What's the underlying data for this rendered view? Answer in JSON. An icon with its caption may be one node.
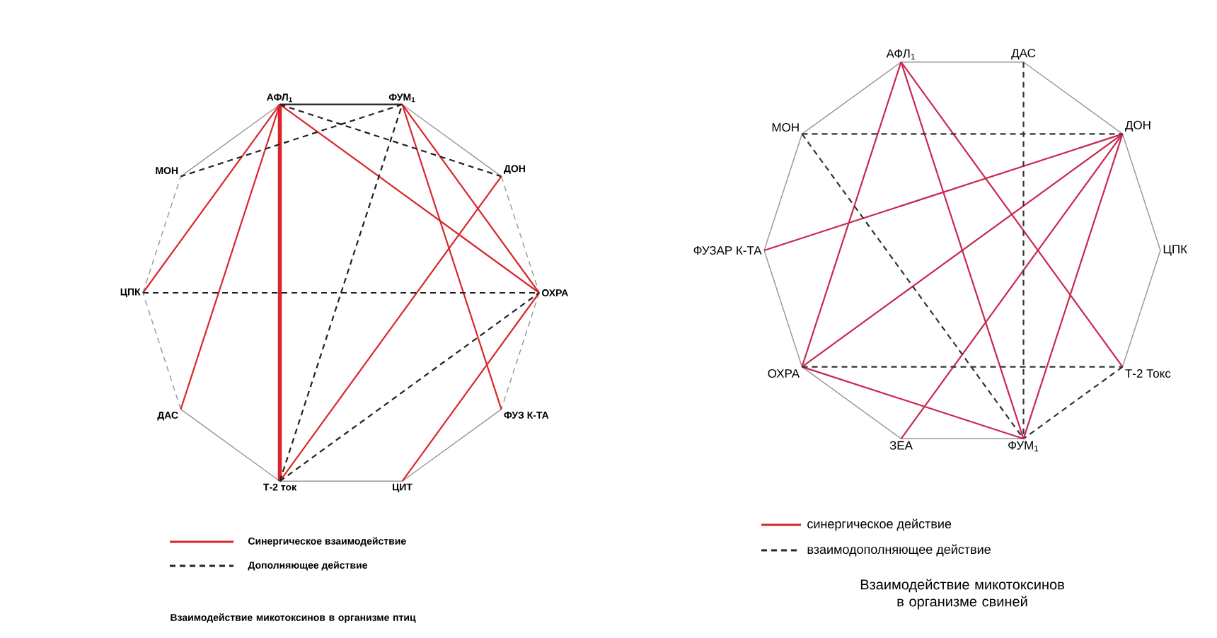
{
  "diagram": {
    "nodes": [
      {
        "text": [
          "АФЛ$_{1}$"
        ]
      },
      {
        "text": [
          "ФУМ$_{1}$"
        ]
      },
      {
        "text": [
          "ДОН"
        ]
      },
      {
        "text": [
          "ОХРА"
        ]
      },
      {
        "text": [
          "ФУЗ К-ТА"
        ]
      },
      {
        "text": [
          "ЦИТ"
        ]
      },
      {
        "text": [
          "Т-2 ток"
        ]
      },
      {
        "text": [
          "ДАС"
        ]
      },
      {
        "text": [
          "ЦПК"
        ]
      },
      {
        "text": [
          "МОН"
        ]
      },
      {
        "text": [
          "АФЛ$_{1}$"
        ]
      },
      {
        "text": [
          "ДАС"
        ]
      },
      {
        "text": [
          "ДОН"
        ]
      },
      {
        "text": [
          "ЦПК"
        ]
      },
      {
        "text": [
          "Т-2 Токс"
        ]
      },
      {
        "text": [
          "ФУМ$_{1}$"
        ]
      },
      {
        "text": [
          "ЗЕА"
        ]
      },
      {
        "text": [
          "ОХРА"
        ]
      },
      {
        "text": [
          "ФУЗАР К-ТА"
        ]
      },
      {
        "text": [
          "МОН"
        ]
      }
    ],
    "edges": [
      {
        "from": 0,
        "to": 1,
        "arrow": "none",
        "color": "#222222"
      },
      {
        "from": 1,
        "to": 2,
        "arrow": "none"
      },
      {
        "from": 2,
        "to": 3,
        "arrow": "none",
        "style": "dashed"
      },
      {
        "from": 3,
        "to": 4,
        "arrow": "none",
        "style": "dashed"
      },
      {
        "from": 4,
        "to": 5,
        "arrow": "none"
      },
      {
        "from": 5,
        "to": 6,
        "arrow": "none"
      },
      {
        "from": 6,
        "to": 7,
        "arrow": "none"
      },
      {
        "from": 7,
        "to": 8,
        "arrow": "none",
        "style": "dashed"
      },
      {
        "from": 8,
        "to": 9,
        "arrow": "none",
        "style": "dashed"
      },
      {
        "from": 9,
        "to": 0,
        "arrow": "none"
      },
      {
        "from": 0,
        "to": 8,
        "arrow": "none",
        "color": "#d9262c"
      },
      {
        "from": 0,
        "to": 7,
        "arrow": "none",
        "color": "#d9262c"
      },
      {
        "from": 0,
        "to": 6,
        "arrow": "none",
        "style": "thick",
        "color": "#d9262c"
      },
      {
        "from": 0,
        "to": 3,
        "arrow": "none",
        "color": "#d9262c"
      },
      {
        "from": 1,
        "to": 3,
        "arrow": "none",
        "color": "#d9262c"
      },
      {
        "from": 1,
        "to": 4,
        "arrow": "none",
        "color": "#d9262c"
      },
      {
        "from": 6,
        "to": 2,
        "arrow": "none",
        "color": "#d9262c"
      },
      {
        "from": 5,
        "to": 3,
        "arrow": "none",
        "color": "#d9262c"
      },
      {
        "from": 0,
        "to": 2,
        "arrow": "none",
        "style": "dashed",
        "color": "#222222"
      },
      {
        "from": 1,
        "to": 9,
        "arrow": "none",
        "style": "dashed",
        "color": "#222222"
      },
      {
        "from": 8,
        "to": 3,
        "arrow": "none",
        "style": "dashed",
        "color": "#222222"
      },
      {
        "from": 6,
        "to": 1,
        "arrow": "none",
        "style": "dashed",
        "color": "#222222"
      },
      {
        "from": 6,
        "to": 3,
        "arrow": "none",
        "style": "dashed",
        "color": "#222222"
      },
      {
        "from": 10,
        "to": 11,
        "arrow": "none"
      },
      {
        "from": 11,
        "to": 12,
        "arrow": "none"
      },
      {
        "from": 12,
        "to": 13,
        "arrow": "none"
      },
      {
        "from": 13,
        "to": 14,
        "arrow": "none"
      },
      {
        "from": 14,
        "to": 15,
        "arrow": "none",
        "style": "dashed",
        "color": "#333333"
      },
      {
        "from": 15,
        "to": 16,
        "arrow": "none"
      },
      {
        "from": 16,
        "to": 17,
        "arrow": "none"
      },
      {
        "from": 17,
        "to": 18,
        "arrow": "none"
      },
      {
        "from": 18,
        "to": 19,
        "arrow": "none"
      },
      {
        "from": 19,
        "to": 10,
        "arrow": "none"
      },
      {
        "from": 10,
        "to": 17,
        "arrow": "none",
        "color": "#c8284f"
      },
      {
        "from": 10,
        "to": 15,
        "arrow": "none",
        "color": "#c8284f"
      },
      {
        "from": 10,
        "to": 14,
        "arrow": "none",
        "color": "#c8284f"
      },
      {
        "from": 12,
        "to": 18,
        "arrow": "none",
        "color": "#c8284f"
      },
      {
        "from": 12,
        "to": 17,
        "arrow": "none",
        "color": "#c8284f"
      },
      {
        "from": 12,
        "to": 16,
        "arrow": "none",
        "color": "#c8284f"
      },
      {
        "from": 12,
        "to": 15,
        "arrow": "none",
        "color": "#c8284f"
      },
      {
        "from": 17,
        "to": 15,
        "arrow": "none",
        "color": "#c8284f"
      },
      {
        "from": 19,
        "to": 12,
        "arrow": "none",
        "style": "dashed",
        "color": "#333333"
      },
      {
        "from": 11,
        "to": 15,
        "arrow": "none",
        "style": "dashed",
        "color": "#333333"
      },
      {
        "from": 19,
        "to": 15,
        "arrow": "none",
        "style": "dashed",
        "color": "#333333"
      },
      {
        "from": 17,
        "to": 14,
        "arrow": "none",
        "style": "dashed",
        "color": "#333333"
      }
    ],
    "labels": [
      "Взаимодействие микотоксинов в организме птиц",
      "Взаимодействие микотоксинов в организме свиней"
    ],
    "legend": [
      {
        "text": "Синергическое взаимодействие"
      },
      {
        "text": "Дополняющее  действие"
      },
      {
        "text": "синергическое действие"
      },
      {
        "text": "взаимодополняющее действие"
      }
    ]
  }
}
